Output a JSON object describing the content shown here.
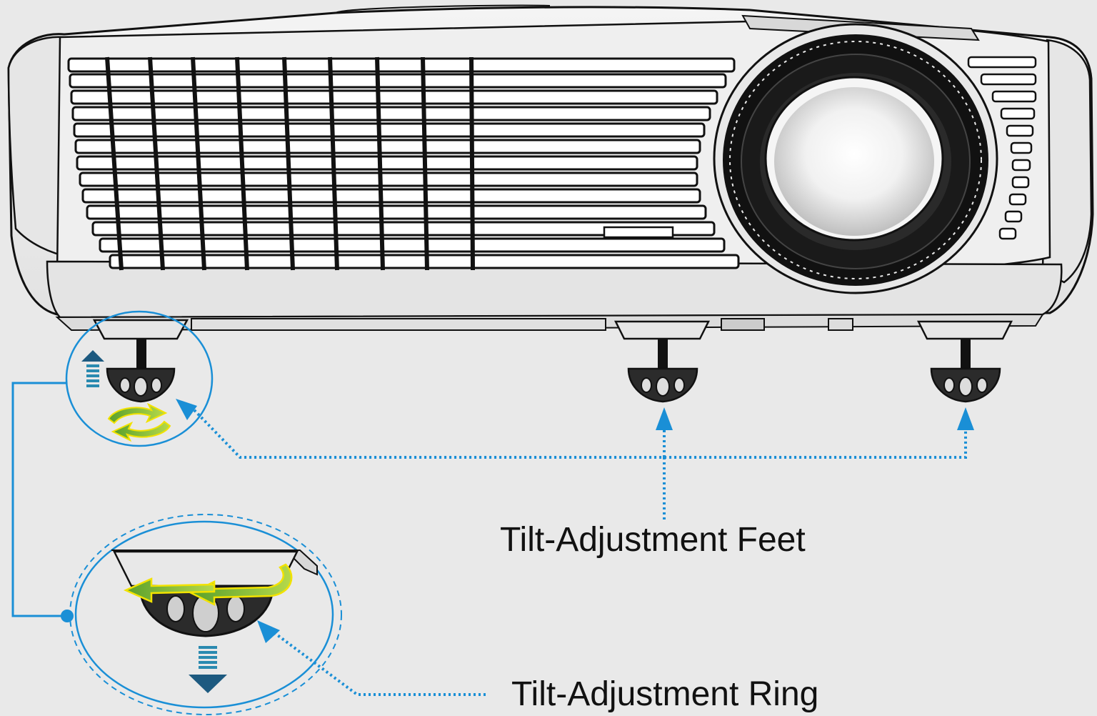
{
  "labels": {
    "feet": "Tilt-Adjustment Feet",
    "ring": "Tilt-Adjustment Ring"
  },
  "colors": {
    "background": "#e9e9e9",
    "callout_blue": "#1a8fd6",
    "arrow_green": "#8cc63e",
    "arrow_yellow": "#f2e200",
    "arrow_dark_blue": "#1d5a80",
    "outline": "#111111"
  },
  "icons": {
    "projector": "projector-illustration",
    "foot": "adjustment-foot-icon",
    "rotate": "rotate-arrows-icon",
    "up": "up-arrow-icon",
    "down": "down-arrow-icon"
  }
}
